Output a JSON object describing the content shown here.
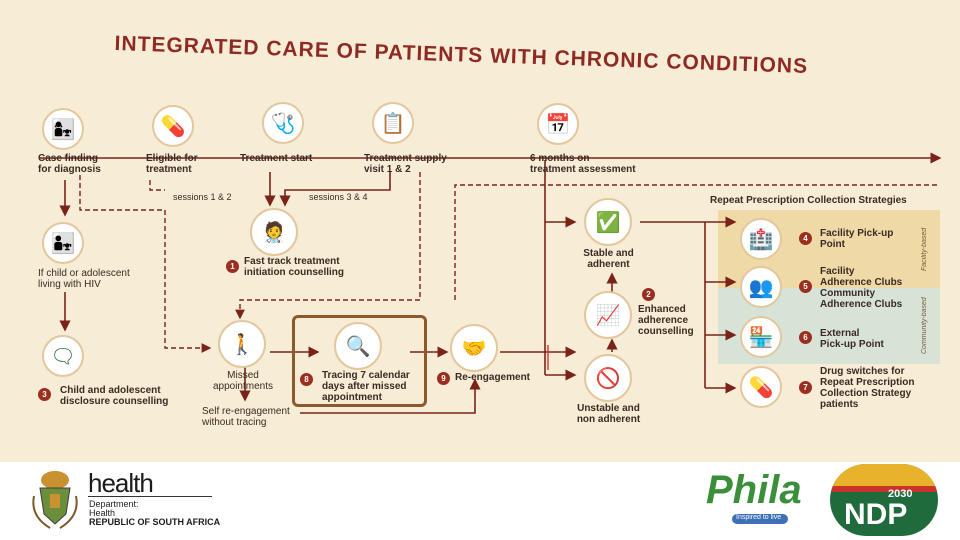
{
  "title": "INTEGRATED CARE OF PATIENTS WITH CHRONIC CONDITIONS",
  "top_steps": [
    {
      "label": "Case finding\nfor diagnosis",
      "icon": "case-finding-icon"
    },
    {
      "label": "Eligible for\ntreatment",
      "icon": "eligible-icon"
    },
    {
      "label": "Treatment start",
      "icon": "treatment-start-icon"
    },
    {
      "label": "Treatment supply\nvisit 1 & 2",
      "icon": "treatment-supply-icon"
    },
    {
      "label": "6 months on\ntreatment assessment",
      "icon": "assessment-icon"
    }
  ],
  "sessions": {
    "a": "sessions 1 & 2",
    "b": "sessions 3 & 4"
  },
  "steps": [
    {
      "num": "1",
      "label": "Fast track treatment\ninitiation counselling"
    },
    {
      "num": "2",
      "label": "Enhanced\nadherence\ncounselling"
    },
    {
      "num": "3",
      "label": "Child and adolescent\ndisclosure counselling"
    },
    {
      "num": "8",
      "label": "Tracing 7 calendar\ndays after missed\nappointment"
    },
    {
      "num": "9",
      "label": "Re-engagement"
    }
  ],
  "left_branch": "If child or adolescent\nliving with HIV",
  "missed": "Missed\nappointments",
  "self_reengage": "Self re-engagement\nwithout tracing",
  "stable": "Stable and\nadherent",
  "unstable": "Unstable and\nnon adherent",
  "repeat_title": "Repeat Prescription Collection Strategies",
  "strategies": [
    {
      "num": "4",
      "label": "Facility Pick-up\nPoint"
    },
    {
      "num": "5",
      "label": "Facility\nAdherence Clubs\nCommunity\nAdherence Clubs"
    },
    {
      "num": "6",
      "label": "External\nPick-up Point"
    },
    {
      "num": "7",
      "label": "Drug switches for\nRepeat Prescription\nCollection Strategy\npatients"
    }
  ],
  "side_labels": {
    "facility": "Facility-based",
    "community": "Community-based"
  },
  "colors": {
    "panel": "#f7ecd6",
    "title": "#8e2a23",
    "facility_band": "#efd9a6",
    "community_band": "#d8e3d8",
    "arrow": "#7a2318"
  },
  "footer": {
    "health": "health",
    "dept_line1": "Department:",
    "dept_line2": "Health",
    "dept_line3": "REPUBLIC OF SOUTH AFRICA",
    "phila": "Phila",
    "phila_tag": "Inspired to live",
    "ndp_year": "2030",
    "ndp": "NDP"
  }
}
